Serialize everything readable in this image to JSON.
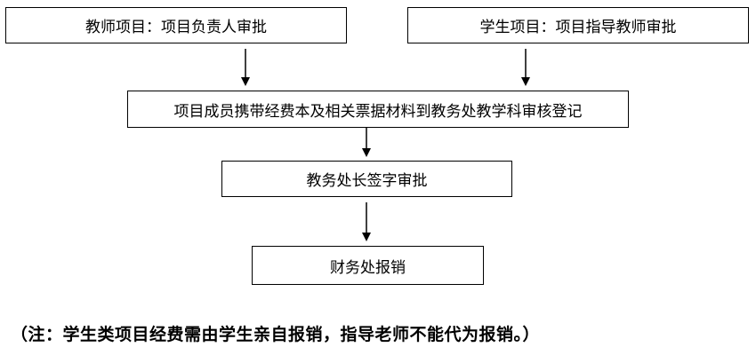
{
  "diagram": {
    "boxes": {
      "teacher_project": "教师项目：项目负责人审批",
      "student_project": "学生项目：项目指导教师审批",
      "register": "项目成员携带经费本及相关票据材料到教务处教学科审核登记",
      "director_sign": "教务处长签字审批",
      "finance": "财务处报销"
    },
    "note": "（注：学生类项目经费需由学生亲自报销，指导老师不能代为报销。）"
  }
}
